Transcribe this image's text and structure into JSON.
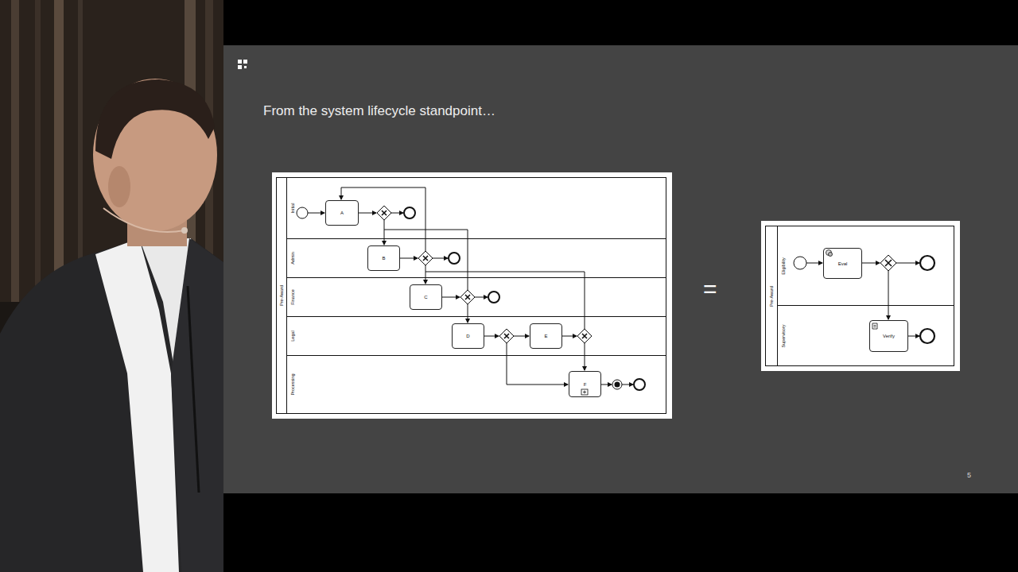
{
  "diagram": {
    "title": "From the system lifecycle standpoint…",
    "nodes": [
      {
        "text": [
          "Pre-Award"
        ]
      },
      {
        "text": [
          "Initial"
        ],
        "in": 0
      },
      {
        "text": [
          "Admin"
        ],
        "in": 0
      },
      {
        "text": [
          "Finance"
        ],
        "in": 0
      },
      {
        "text": [
          "Legal"
        ],
        "in": 0
      },
      {
        "text": [
          "Processing"
        ],
        "in": 0
      },
      {
        "text": [
          "A"
        ],
        "in": 1
      },
      {
        "text": [
          "B"
        ],
        "in": 2
      },
      {
        "text": [
          "C"
        ],
        "in": 3
      },
      {
        "text": [
          "D"
        ],
        "in": 4
      },
      {
        "text": [
          "E"
        ],
        "in": 4
      },
      {
        "text": [
          "F"
        ],
        "in": 5
      },
      {
        "text": [
          "Pre-Award"
        ]
      },
      {
        "text": [
          "Eligibility"
        ],
        "in": 12
      },
      {
        "text": [
          "Supervisory"
        ],
        "in": 12
      },
      {
        "text": [
          "Eval"
        ],
        "in": 13
      },
      {
        "text": [
          "Verify"
        ],
        "in": 14
      }
    ],
    "labels": [
      "=",
      "5"
    ]
  }
}
